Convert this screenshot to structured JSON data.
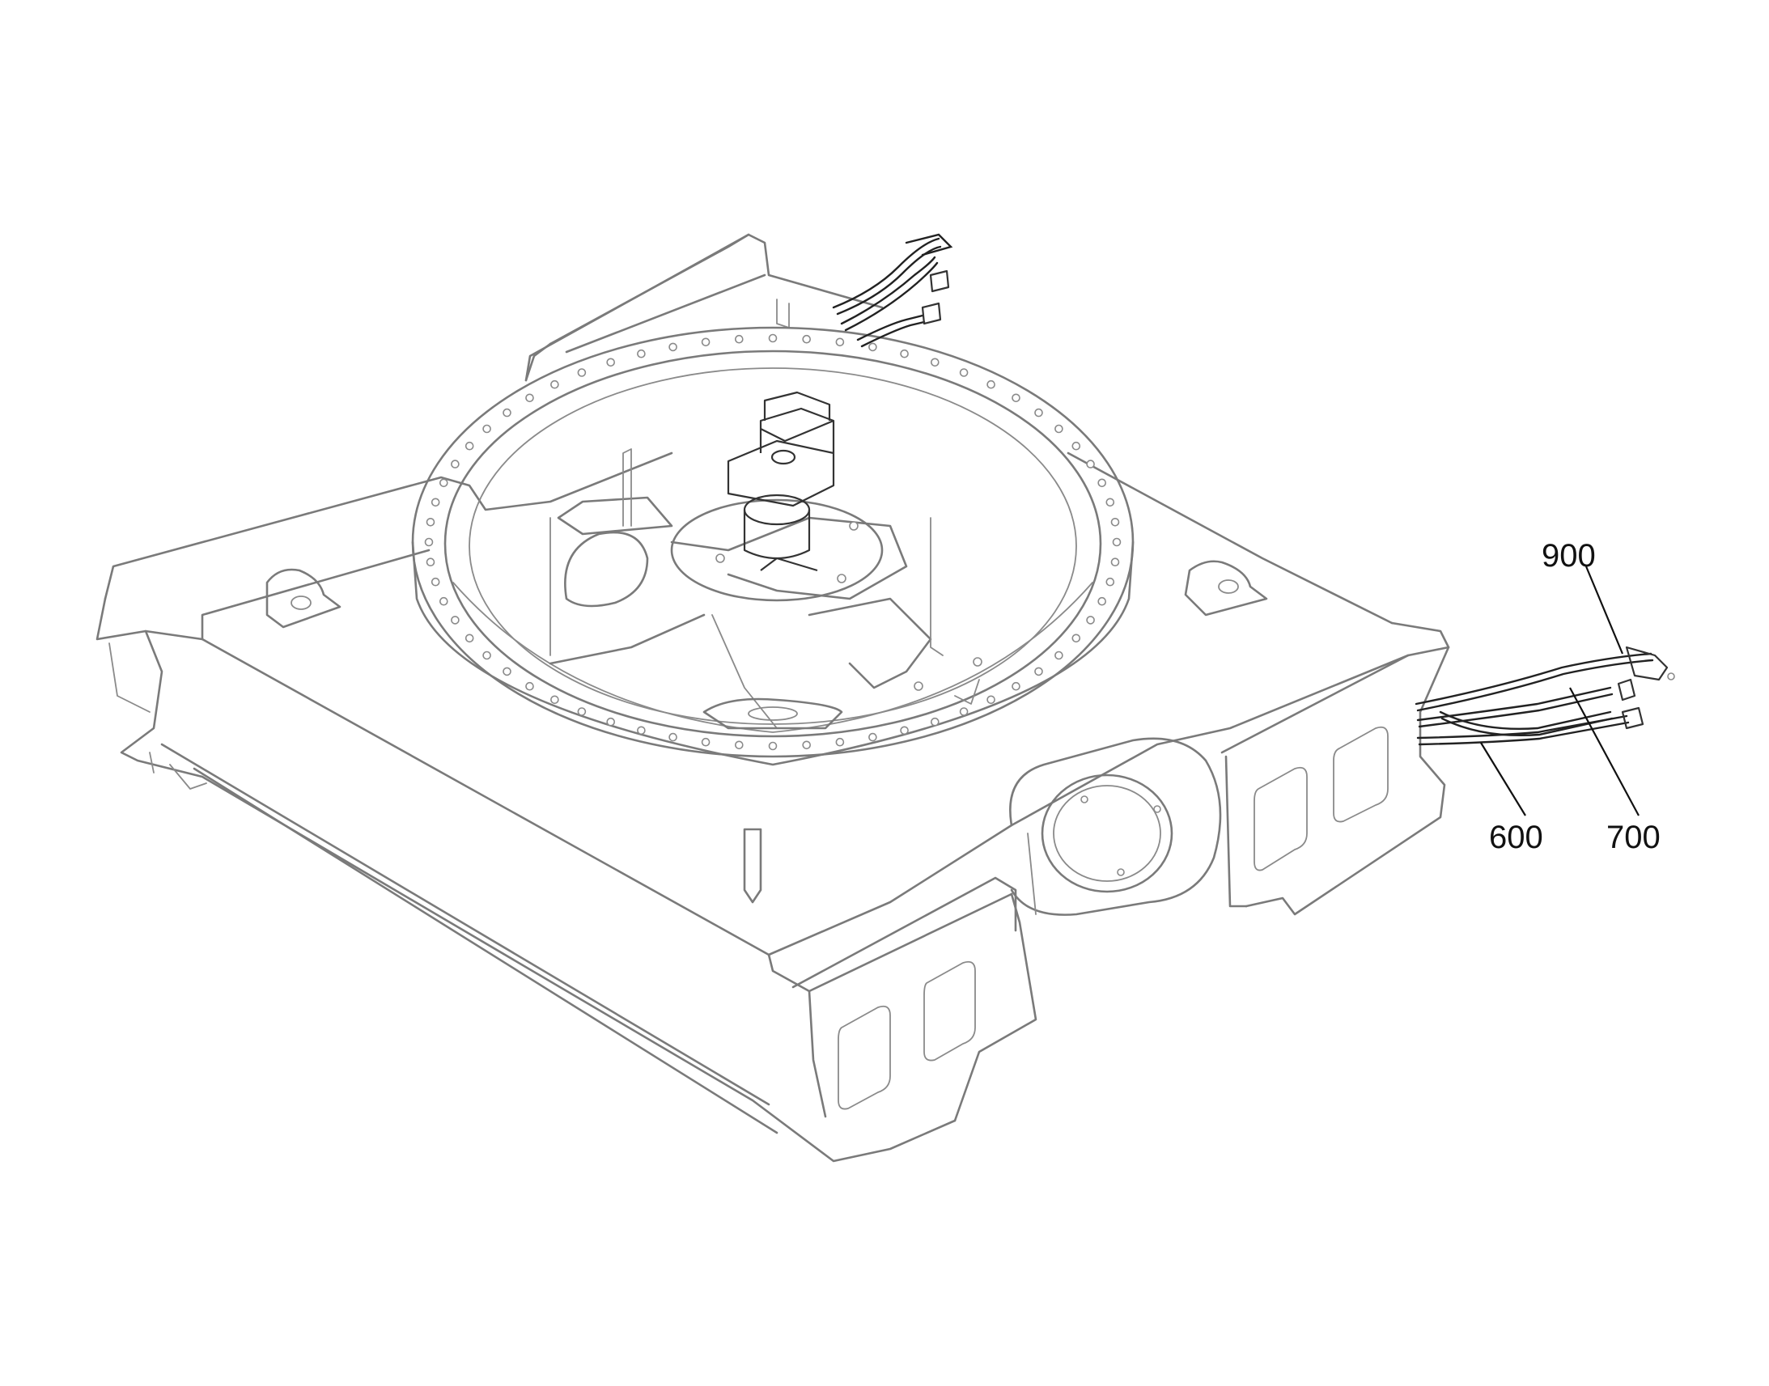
{
  "figure": {
    "reference_labels": [
      {
        "id": "label-900",
        "text": "900"
      },
      {
        "id": "label-700",
        "text": "700"
      },
      {
        "id": "label-600",
        "text": "600"
      }
    ],
    "colors": {
      "line": "#7a7a7a",
      "hose": "#222222",
      "text": "#111111",
      "background": "#ffffff"
    }
  }
}
